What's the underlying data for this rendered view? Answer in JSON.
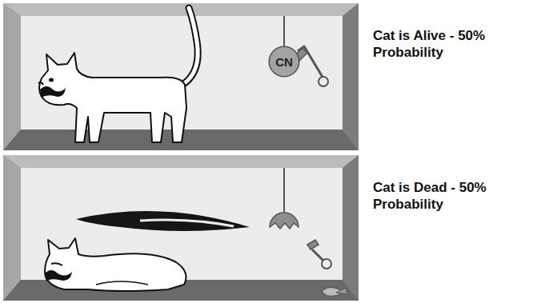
{
  "diagram": {
    "nodes": [
      {
        "text": [
          "CN"
        ]
      }
    ],
    "labels": [
      "Cat is Alive - 50% Probability",
      "Cat is Dead - 50% Probability"
    ]
  }
}
